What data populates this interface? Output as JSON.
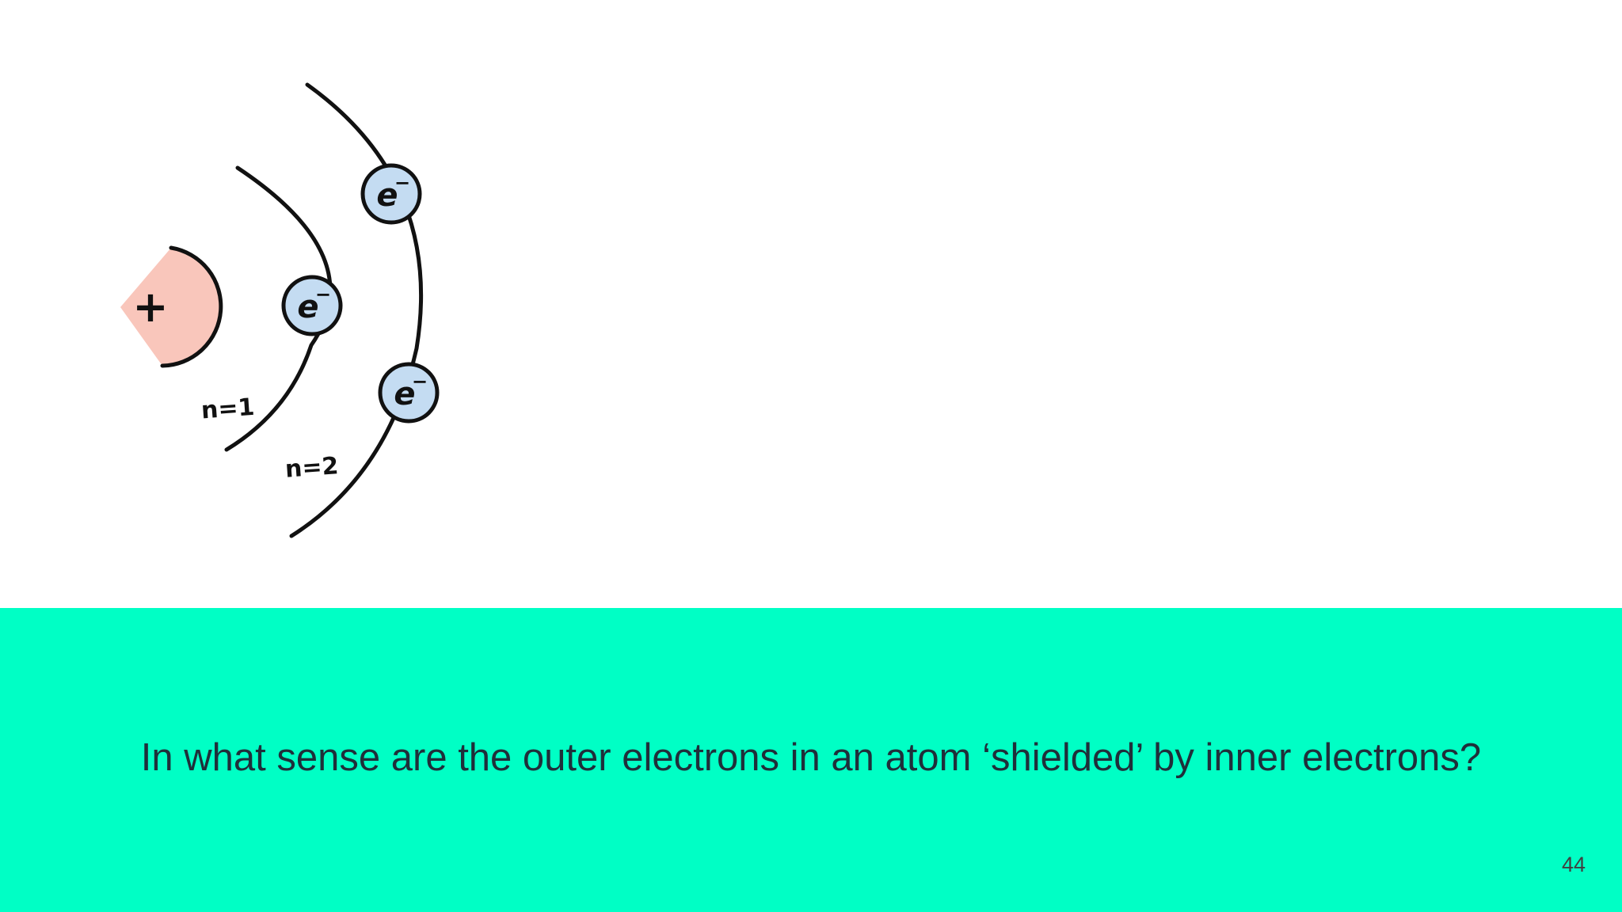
{
  "diagram": {
    "nucleus_label": "+",
    "electron_label": "e",
    "electron_charge": "−",
    "shell_labels": [
      "n=1",
      "n=2"
    ],
    "colors": {
      "nucleus_fill": "#f9c6bb",
      "electron_fill": "#c4dcf2",
      "stroke": "#111111"
    }
  },
  "footer": {
    "question": "In what sense are the outer electrons in an atom ‘shielded’ by inner electrons?",
    "page_number": "44",
    "band_color": "#00ffc5"
  }
}
